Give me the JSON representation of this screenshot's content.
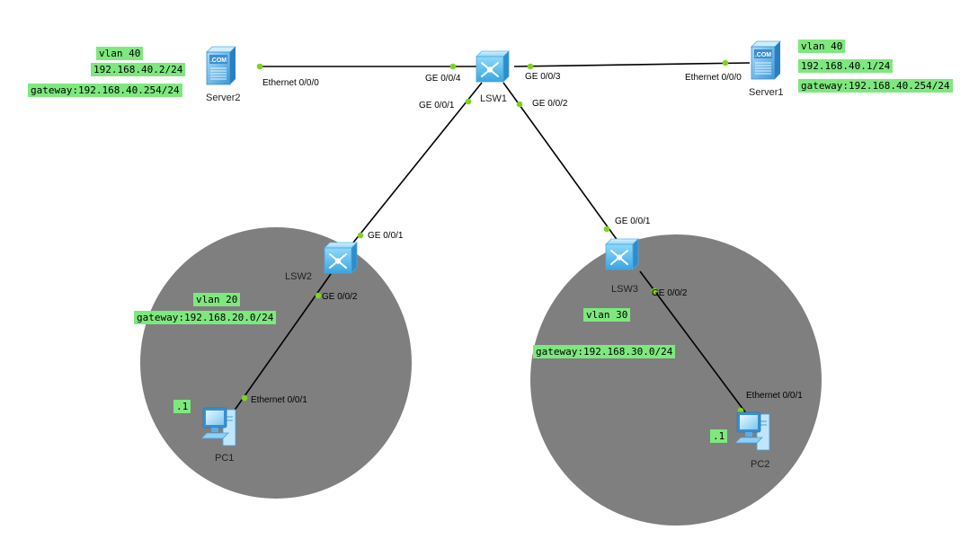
{
  "devices": {
    "lsw1": "LSW1",
    "lsw2": "LSW2",
    "lsw3": "LSW3",
    "server1": "Server1",
    "server2": "Server2",
    "pc1": "PC1",
    "pc2": "PC2"
  },
  "ports": {
    "server2_eth": "Ethernet 0/0/0",
    "lsw1_g004": "GE 0/0/4",
    "lsw1_g003": "GE 0/0/3",
    "server1_eth": "Ethernet 0/0/0",
    "lsw1_g001": "GE 0/0/1",
    "lsw1_g002": "GE 0/0/2",
    "lsw2_g001": "GE 0/0/1",
    "lsw2_g002": "GE 0/0/2",
    "lsw3_g001": "GE 0/0/1",
    "lsw3_g002": "GE 0/0/2",
    "pc1_eth": "Ethernet 0/0/1",
    "pc2_eth": "Ethernet 0/0/1"
  },
  "notes": {
    "server2_vlan": "vlan 40",
    "server2_ip": "192.168.40.2/24",
    "server2_gw": "gateway:192.168.40.254/24",
    "server1_vlan": "vlan 40",
    "server1_ip": "192.168.40.1/24",
    "server1_gw": "gateway:192.168.40.254/24",
    "vlan20": "vlan 20",
    "gw20": "gateway:192.168.20.0/24",
    "pc1_ip": ".1",
    "vlan30": "vlan 30",
    "gw30": "gateway:192.168.30.0/24",
    "pc2_ip": ".1"
  },
  "icon_text": {
    "server": ".COM"
  },
  "colors": {
    "area_fill": "#7f7f7f",
    "note_bg": "#7ee87e",
    "port_dot": "#7ed321"
  }
}
